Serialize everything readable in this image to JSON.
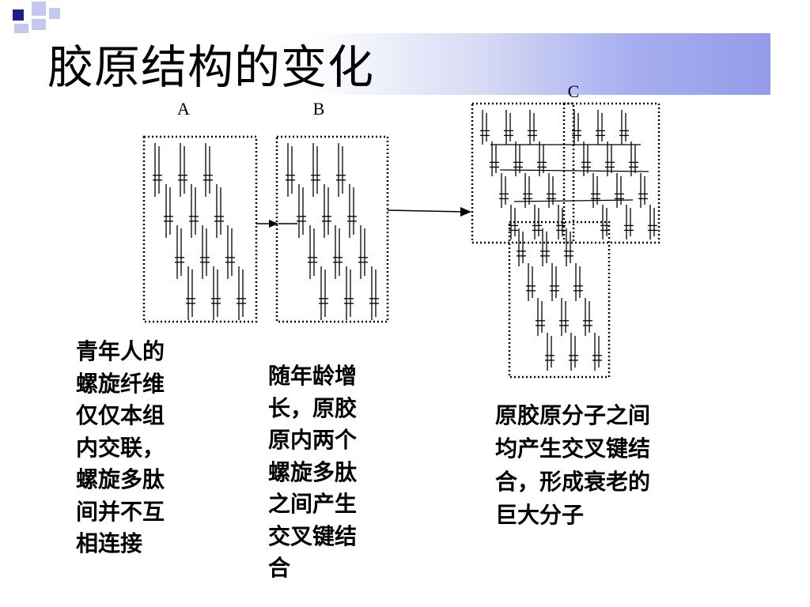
{
  "slide": {
    "title": "胶原结构的变化"
  },
  "diagram": {
    "panel_labels": [
      "A",
      "B",
      "C"
    ]
  },
  "captions": {
    "a": [
      "青年人的",
      "螺旋纤维",
      "仅仅本组",
      "内交联，",
      "螺旋多肽",
      "间并不互",
      "相连接"
    ],
    "b": [
      "随年龄增",
      "长，原胶",
      "原内两个",
      "螺旋多肽",
      "之间产生",
      "交叉键结",
      "合"
    ],
    "c": [
      "原胶原分子之间",
      "均产生交叉键结",
      "合，形成衰老的",
      "巨大分子"
    ]
  },
  "colors": {
    "title_gradient_end": "#949ce9",
    "decoration_dark": "#1c1c8c",
    "decoration_light": "#c4c8ee"
  }
}
